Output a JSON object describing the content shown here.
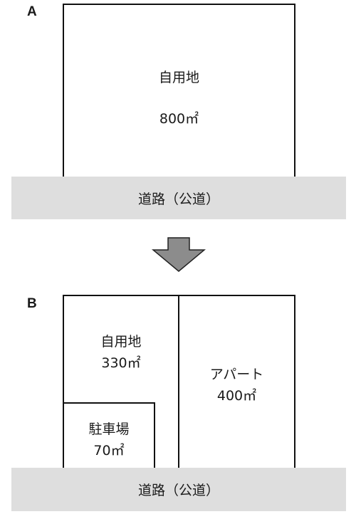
{
  "diagram_a": {
    "label": "A",
    "plot": {
      "name": "自用地",
      "area": "800㎡"
    },
    "road": "道路（公道）"
  },
  "diagram_b": {
    "label": "B",
    "self_use": {
      "name": "自用地",
      "area": "330㎡"
    },
    "parking": {
      "name": "駐車場",
      "area": "70㎡"
    },
    "apartment": {
      "name": "アパート",
      "area": "400㎡"
    },
    "road": "道路（公道）"
  },
  "colors": {
    "road": "#dedede",
    "arrow": "#8c8c8c",
    "border": "#111111"
  }
}
